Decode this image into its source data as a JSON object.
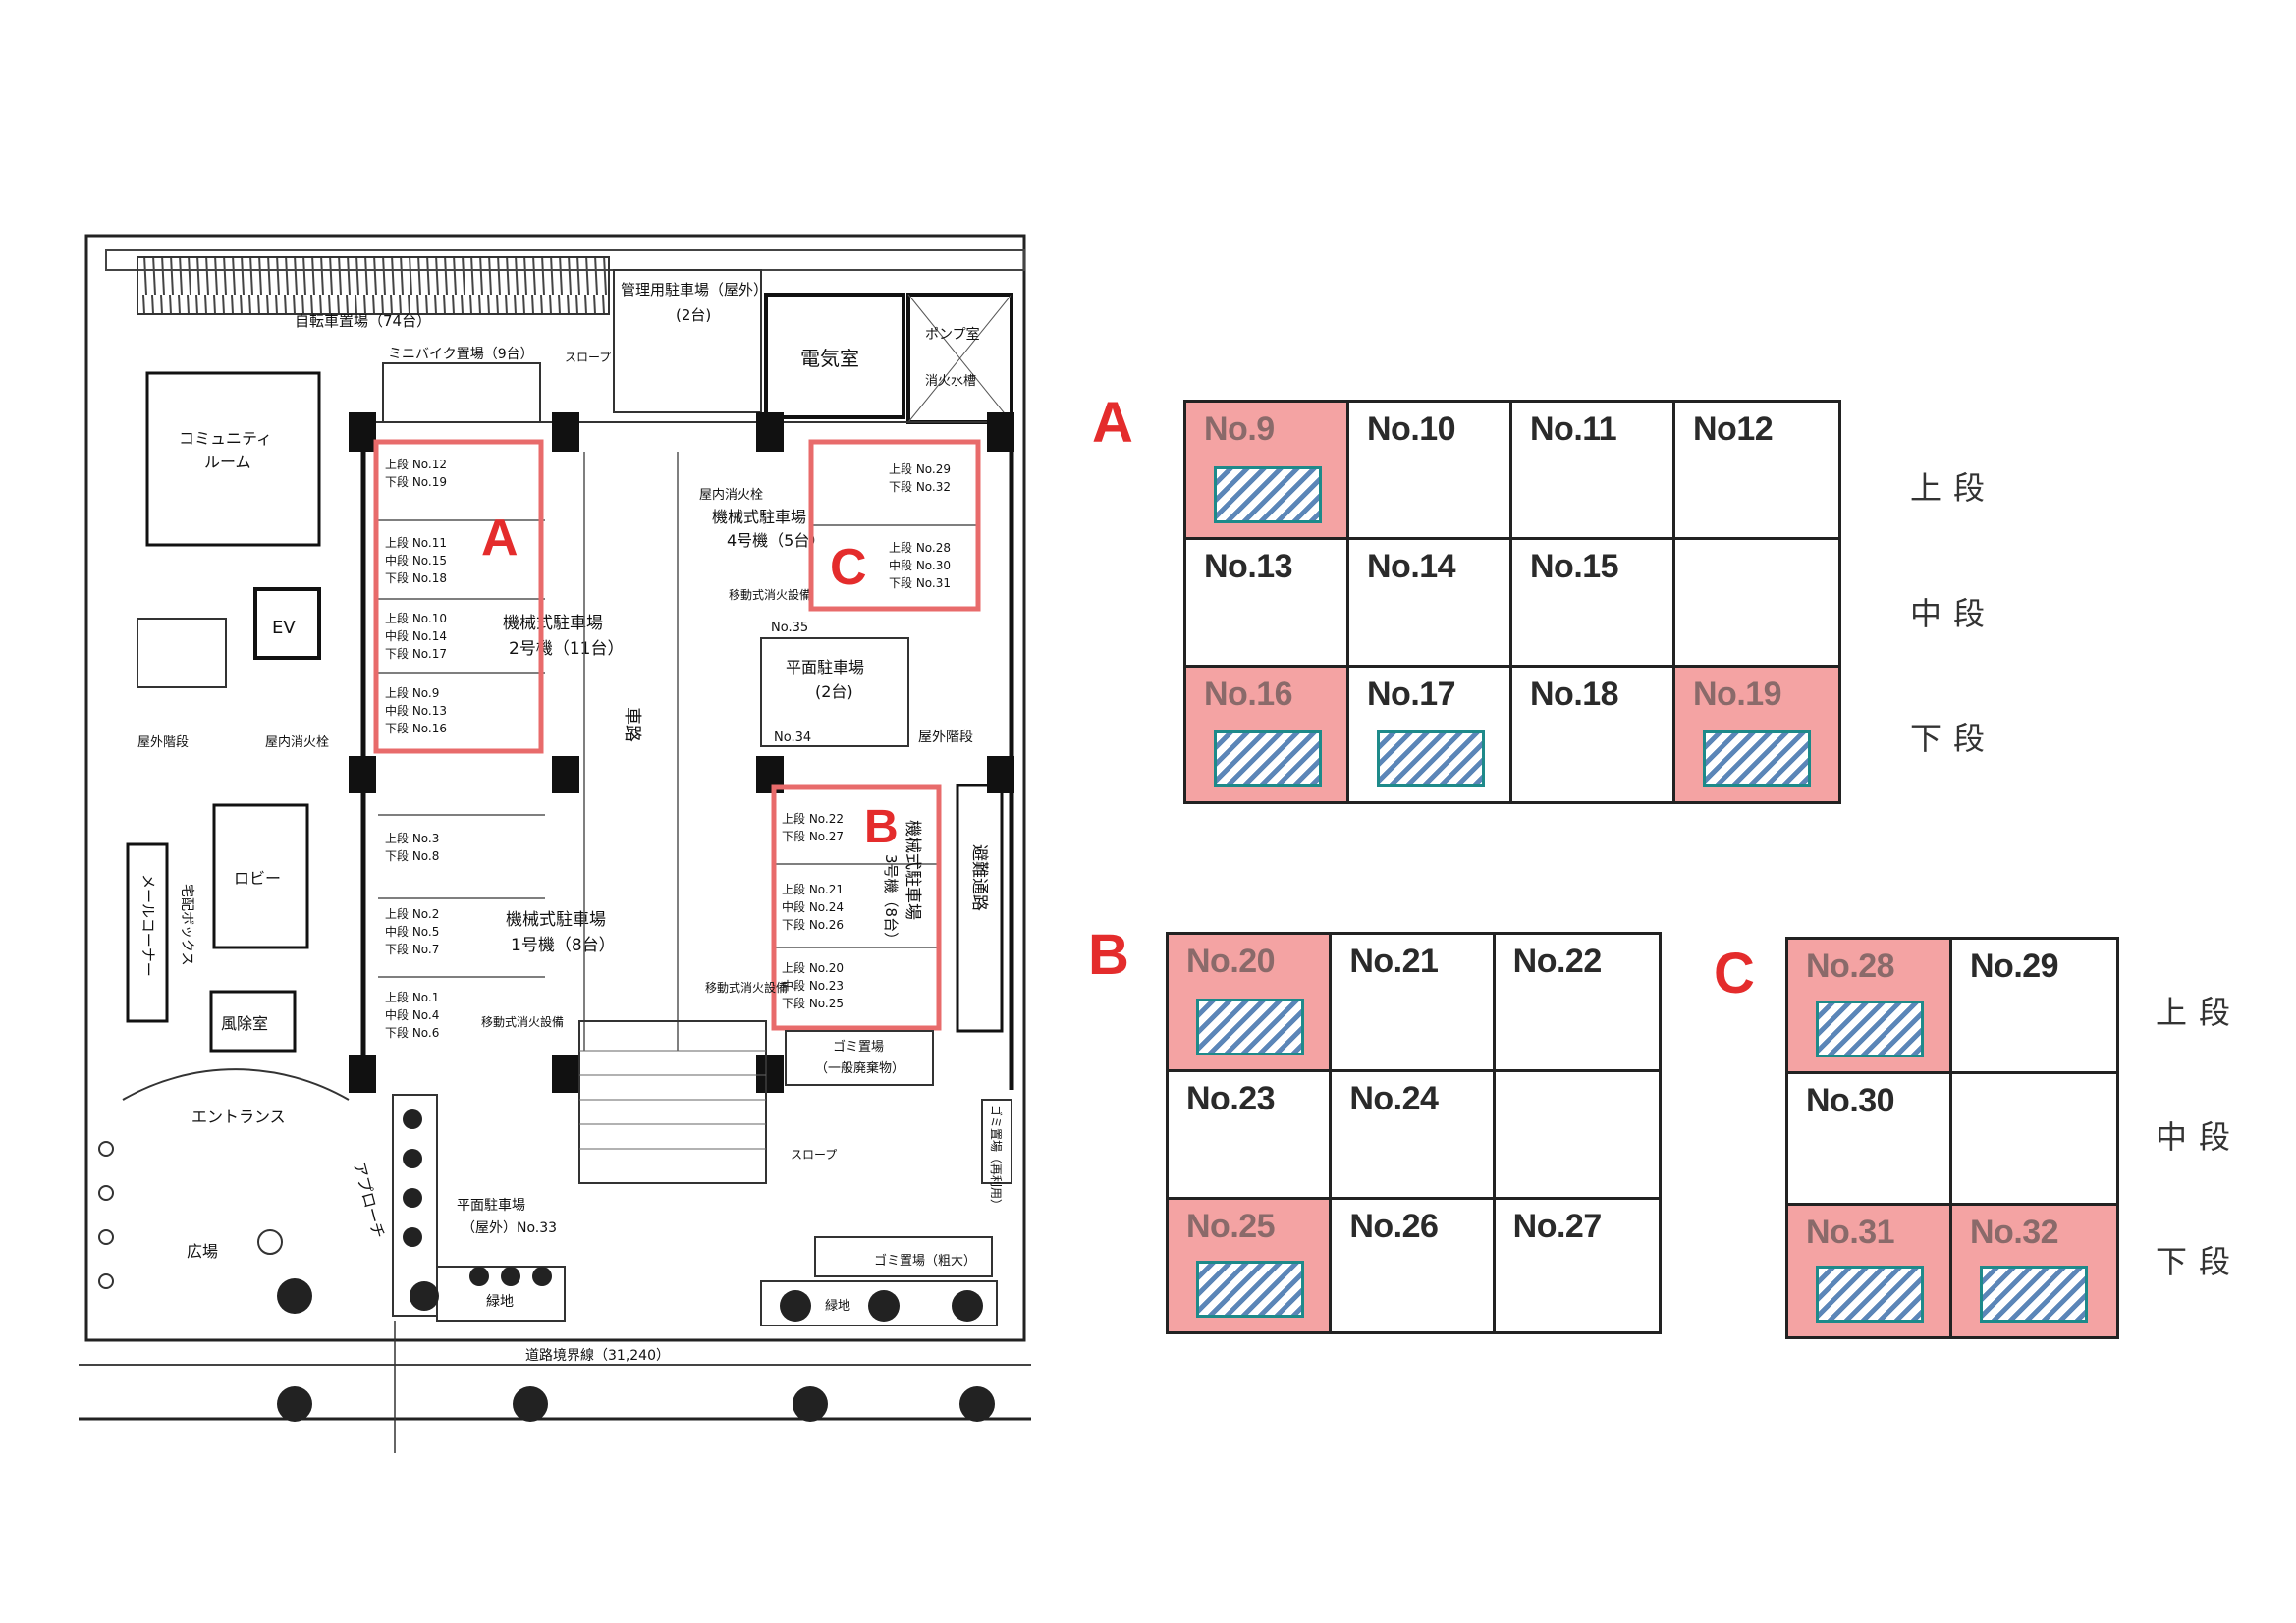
{
  "floorplan": {
    "rooms": {
      "bicycle_parking": "自転車置場（74台）",
      "mini_bike": "ミニバイク置場（9台）",
      "slope": "スロープ",
      "mgmt_parking": "管理用駐車場（屋外）",
      "mgmt_parking_count": "(2台)",
      "electrical": "電気室",
      "pump": "ポンプ室",
      "fire_tank": "消火水槽",
      "community": "コミュニティ",
      "community2": "ルーム",
      "ev": "EV",
      "lobby": "ロビー",
      "mail_corner": "メールコーナー",
      "delivery_box": "宅配ボックス",
      "windbreak": "風除室",
      "entrance": "エントランス",
      "approach": "アプローチ",
      "plaza": "広場",
      "corridor": "車路",
      "mech_parking_1": "機械式駐車場",
      "mech_parking_1_count": "1号機（8台）",
      "mech_parking_2": "機械式駐車場",
      "mech_parking_2_count": "2号機（11台）",
      "mech_parking_3": "機械式駐車場",
      "mech_parking_3_count": "3号機（8台）",
      "mech_parking_4": "機械式駐車場",
      "mech_parking_4_count": "4号機（5台）",
      "flat_parking": "平面駐車場",
      "flat_parking_count": "(2台)",
      "flat_parking_out": "平面駐車場",
      "flat_parking_out2": "（屋外）No.33",
      "outdoor_stairs": "屋外階段",
      "indoor_hydrant": "屋内消火栓",
      "evac_route": "避難通路",
      "garbage": "ゴミ置場",
      "garbage_general": "（一般廃棄物）",
      "garbage_large": "ゴミ置場（粗大）",
      "recycle": "ゴミ置場（再利用）",
      "green": "緑地",
      "road_boundary": "道路境界線（31,240）",
      "mobile_fire": "移動式消火設備",
      "no35": "No.35",
      "no34": "No.34"
    },
    "zone_a_lines": [
      [
        "上段 No.12",
        "下段 No.19"
      ],
      [
        "上段 No.11",
        "中段 No.15",
        "下段 No.18"
      ],
      [
        "上段 No.10",
        "中段 No.14",
        "下段 No.17"
      ],
      [
        "上段 No.9",
        "中段 No.13",
        "下段 No.16"
      ]
    ],
    "zone_b_lines": [
      [
        "上段 No.22",
        "下段 No.27"
      ],
      [
        "上段 No.21",
        "中段 No.24",
        "下段 No.26"
      ],
      [
        "上段 No.20",
        "中段 No.23",
        "下段 No.25"
      ]
    ],
    "zone_c_lines": [
      [
        "上段 No.29",
        "下段 No.32"
      ],
      [
        "上段 No.28",
        "中段 No.30",
        "下段 No.31"
      ]
    ],
    "zone1_lines": [
      [
        "上段 No.3",
        "下段 No.8"
      ],
      [
        "上段 No.2",
        "中段 No.5",
        "下段 No.7"
      ],
      [
        "上段 No.1",
        "中段 No.4",
        "下段 No.6"
      ]
    ],
    "zone_labels": {
      "a": "A",
      "b": "B",
      "c": "C"
    }
  },
  "tiers": {
    "upper": "上段",
    "middle": "中段",
    "lower": "下段"
  },
  "grids": {
    "a": {
      "label": "A",
      "rows": [
        [
          {
            "text": "No.9",
            "hl": true,
            "hatch": true
          },
          {
            "text": "No.10"
          },
          {
            "text": "No.11"
          },
          {
            "text": "No12"
          }
        ],
        [
          {
            "text": "No.13"
          },
          {
            "text": "No.14"
          },
          {
            "text": "No.15"
          },
          {
            "text": ""
          }
        ],
        [
          {
            "text": "No.16",
            "hl": true,
            "hatch": true
          },
          {
            "text": "No.17",
            "hatch": true
          },
          {
            "text": "No.18"
          },
          {
            "text": "No.19",
            "hl": true,
            "hatch": true
          }
        ]
      ]
    },
    "b": {
      "label": "B",
      "rows": [
        [
          {
            "text": "No.20",
            "hl": true,
            "hatch": true
          },
          {
            "text": "No.21"
          },
          {
            "text": "No.22"
          }
        ],
        [
          {
            "text": "No.23"
          },
          {
            "text": "No.24"
          },
          {
            "text": ""
          }
        ],
        [
          {
            "text": "No.25",
            "hl": true,
            "hatch": true
          },
          {
            "text": "No.26"
          },
          {
            "text": "No.27"
          }
        ]
      ]
    },
    "c": {
      "label": "C",
      "rows": [
        [
          {
            "text": "No.28",
            "hl": true,
            "hatch": true
          },
          {
            "text": "No.29"
          }
        ],
        [
          {
            "text": "No.30"
          },
          {
            "text": ""
          }
        ],
        [
          {
            "text": "No.31",
            "hl": true,
            "hatch": true
          },
          {
            "text": "No.32",
            "hl": true,
            "hatch": true
          }
        ]
      ]
    }
  },
  "colors": {
    "accent_red": "#e42c2c",
    "highlight_pink": "#f4a3a3",
    "hatch_blue": "#5b86b8",
    "hatch_border": "#1e8a8a"
  }
}
